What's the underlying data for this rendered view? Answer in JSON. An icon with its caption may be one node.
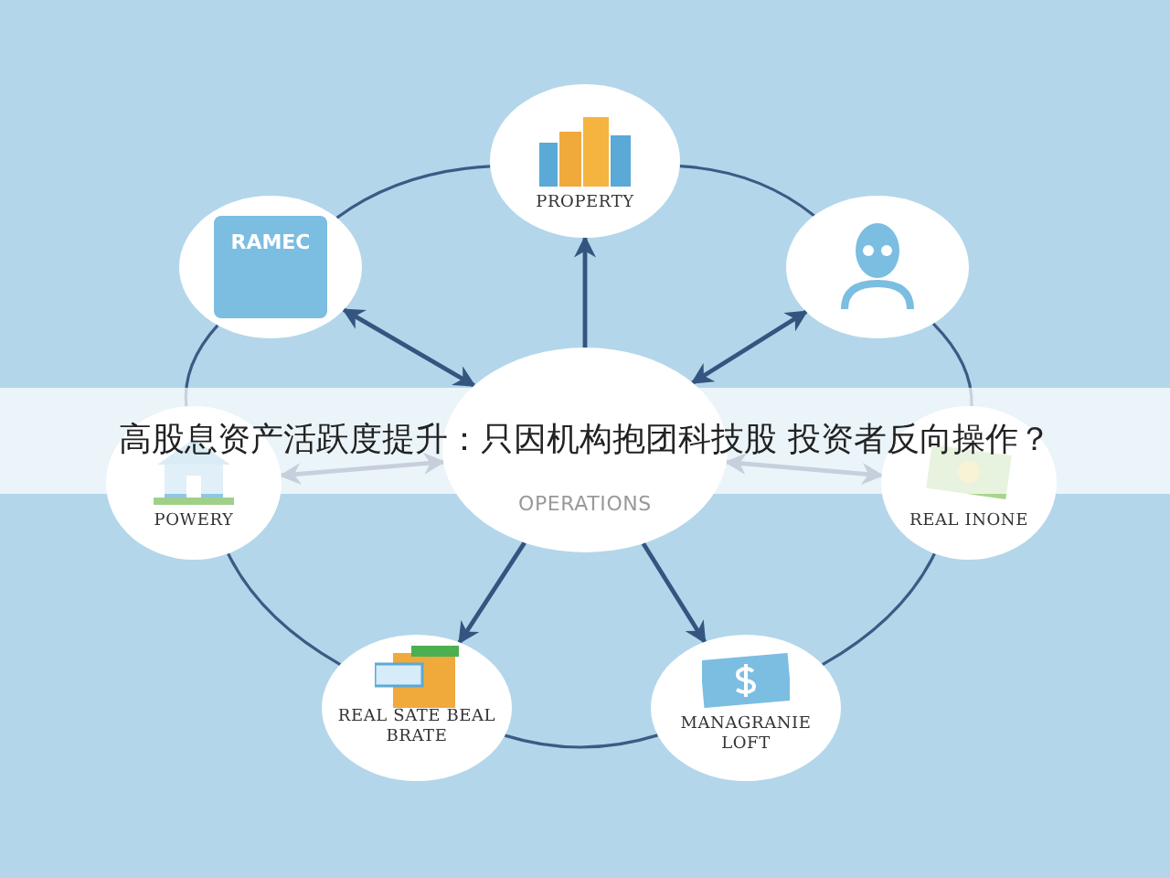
{
  "diagram": {
    "title": "高股息资产活跃度提升：只因机构抱团科技股 投资者反向操作？",
    "nodes": [
      {
        "text": [
          "PROPERTY"
        ]
      },
      {
        "text": [
          "RAMEC"
        ]
      },
      {
        "text": [],
        "shape": "picture"
      },
      {
        "text": [
          "OPERATIONS"
        ]
      },
      {
        "text": [
          "POWERY"
        ]
      },
      {
        "text": [
          "REAL INONE"
        ]
      },
      {
        "text": [
          "REAL SATE BEAL BRATE"
        ]
      },
      {
        "text": [
          "MANAGRANIE LOFT"
        ]
      }
    ],
    "edges": [
      {
        "from": 3,
        "to": 0,
        "arrow": "to"
      },
      {
        "from": 3,
        "to": 1,
        "arrow": "both"
      },
      {
        "from": 3,
        "to": 2,
        "arrow": "both"
      },
      {
        "from": 3,
        "to": 4,
        "arrow": "both"
      },
      {
        "from": 3,
        "to": 5,
        "arrow": "both"
      },
      {
        "from": 3,
        "to": 6,
        "arrow": "to"
      },
      {
        "from": 3,
        "to": 7,
        "arrow": "to"
      },
      {
        "from": 0,
        "to": 1,
        "arrow": "none"
      },
      {
        "from": 0,
        "to": 2,
        "arrow": "none"
      },
      {
        "from": 1,
        "to": 4,
        "arrow": "none"
      },
      {
        "from": 2,
        "to": 5,
        "arrow": "none"
      },
      {
        "from": 4,
        "to": 6,
        "arrow": "none"
      },
      {
        "from": 6,
        "to": 7,
        "arrow": "none"
      },
      {
        "from": 7,
        "to": 5,
        "arrow": "none"
      }
    ]
  }
}
